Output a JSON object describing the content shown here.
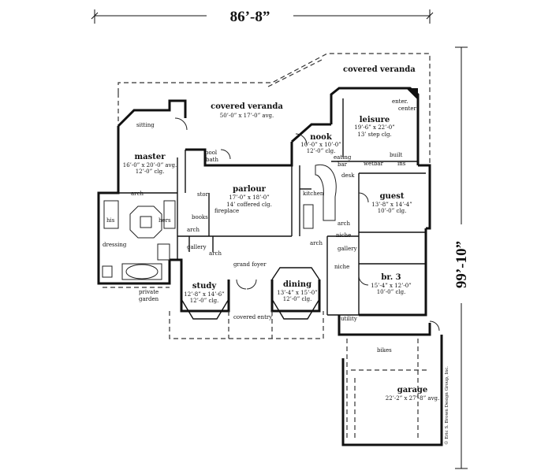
{
  "dimensions": {
    "width": "86’-8”",
    "depth": "99’-10”"
  },
  "rooms": {
    "covered_veranda_top": {
      "name": "covered veranda"
    },
    "covered_veranda": {
      "name": "covered veranda",
      "dims": "50’-0” x 17’-0” avg."
    },
    "leisure": {
      "name": "leisure",
      "dims": "19’-6” x 22’-0”",
      "ceiling": "13’ step clg."
    },
    "enter_center": {
      "line1": "enter.",
      "line2": "center"
    },
    "nook": {
      "name": "nook",
      "dims": "10’-0” x 10’-0”",
      "ceiling": "12’-0” clg."
    },
    "master": {
      "name": "master",
      "dims": "16’-0” x 20’-0” avg.",
      "ceiling": "12’-0” clg."
    },
    "sitting": {
      "name": "sitting"
    },
    "parlour": {
      "name": "parlour",
      "dims": "17’-0” x 18’-0”",
      "ceiling": "14’ coffered clg."
    },
    "guest": {
      "name": "guest",
      "dims": "13’-8” x 14’-4”",
      "ceiling": "10’-0” clg."
    },
    "br3": {
      "name": "br. 3",
      "dims": "15’-4” x 12’-0”",
      "ceiling": "10’-0” clg."
    },
    "study": {
      "name": "study",
      "dims": "12’-8” x 14’-6”",
      "ceiling": "12’-0” clg."
    },
    "dining": {
      "name": "dining",
      "dims": "13’-4” x 15’-0”",
      "ceiling": "12’-0” clg."
    },
    "garage": {
      "name": "garage",
      "dims": "22’-2” x 27’-8” avg."
    }
  },
  "labels": {
    "pool_bath_1": "pool",
    "pool_bath_2": "bath",
    "stor": "stor",
    "fireplace": "fireplace",
    "books": "books",
    "kitchen": "kitchen",
    "eating_bar_1": "eating",
    "eating_bar_2": "bar",
    "desk": "desk",
    "wetbar": "wetbar",
    "built_ins_1": "built",
    "built_ins_2": "ins",
    "arch_master": "arch",
    "arch_books": "arch",
    "arch_gallery": "arch",
    "arch_kitchen": "arch",
    "arch_guest": "arch",
    "his": "his",
    "hers": "hers",
    "dressing": "dressing",
    "gallery_left": "gallery",
    "gallery_right": "gallery",
    "grand_foyer": "grand foyer",
    "niche_top": "niche",
    "niche_bottom": "niche",
    "private_garden_1": "private",
    "private_garden_2": "garden",
    "covered_entry": "covered entry",
    "utility": "utility",
    "bikes": "bikes",
    "copyright": "© Eric S. Brown Design Group, Inc."
  }
}
